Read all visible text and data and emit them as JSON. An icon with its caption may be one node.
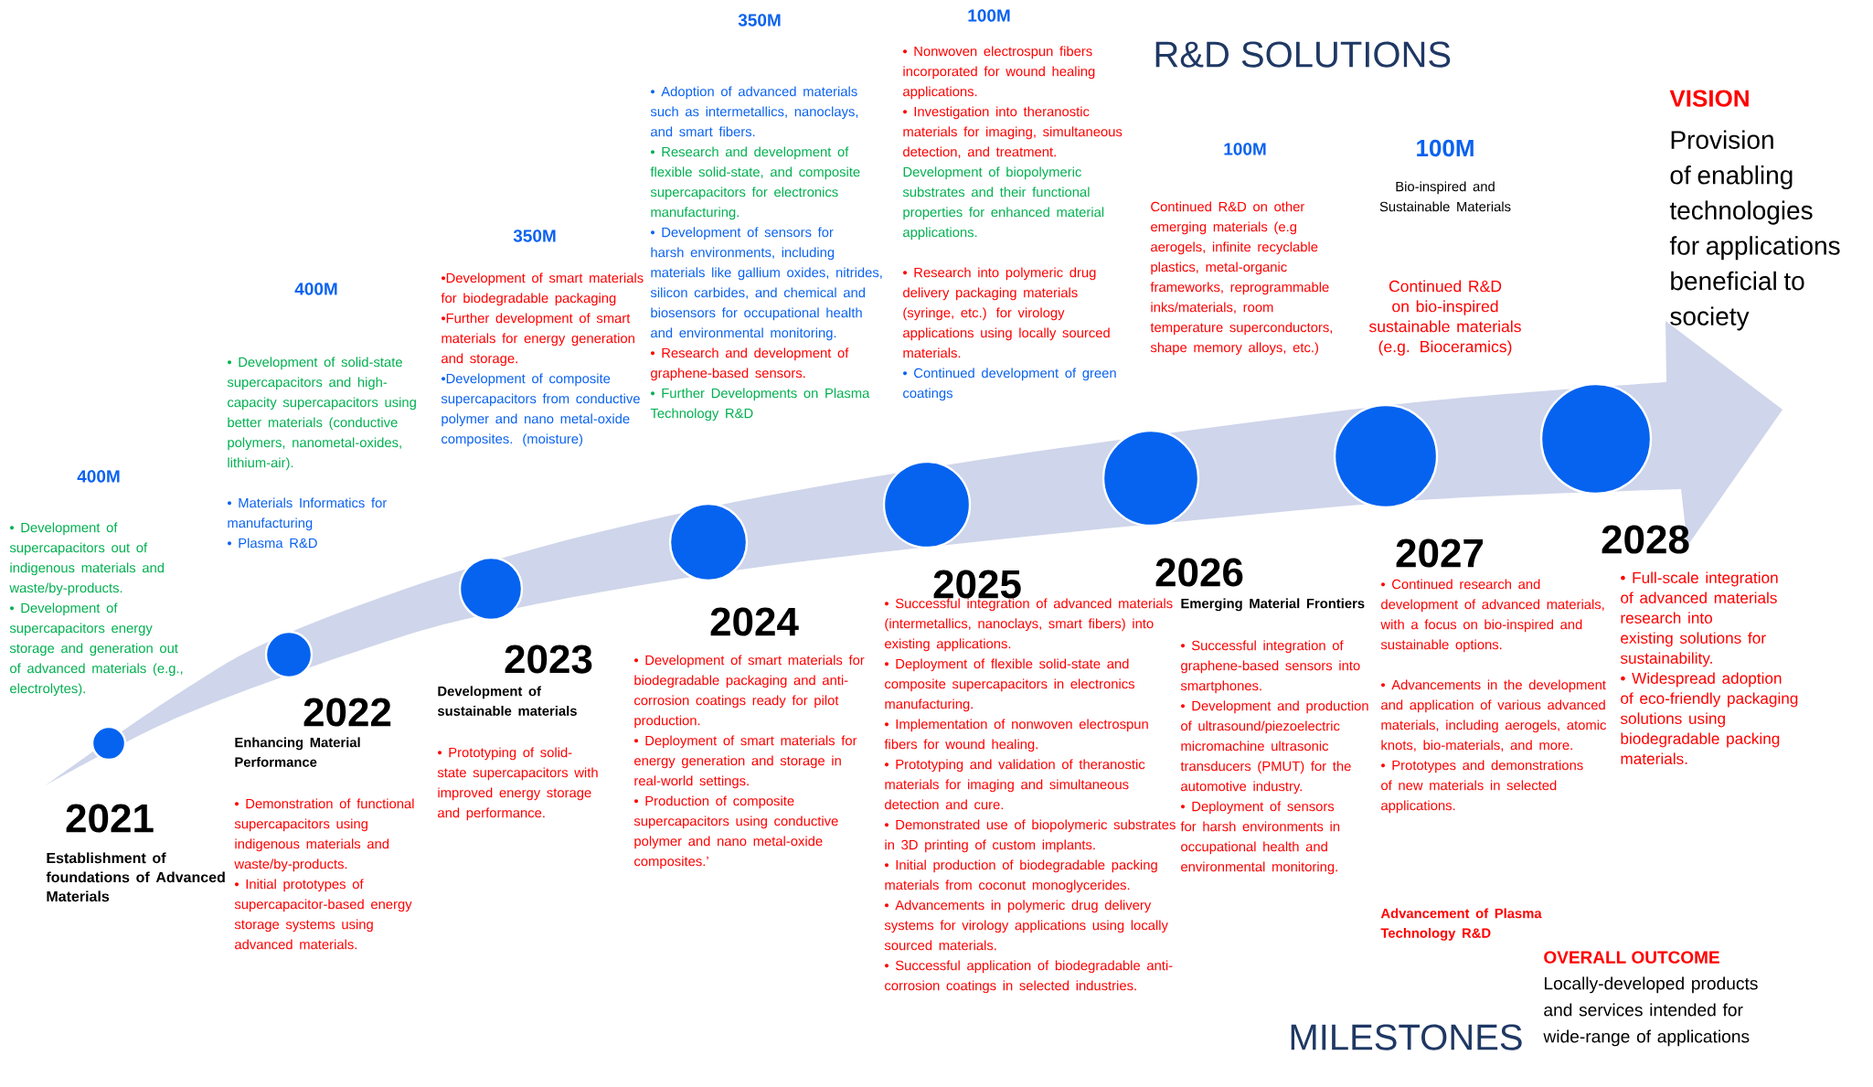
{
  "diagram": {
    "nodes": [
      {
        "text": [],
        "shape": "circle"
      },
      {
        "text": [],
        "shape": "circle"
      },
      {
        "text": [],
        "shape": "circle"
      },
      {
        "text": [],
        "shape": "circle"
      },
      {
        "text": [],
        "shape": "circle"
      },
      {
        "text": [],
        "shape": "circle"
      },
      {
        "text": [],
        "shape": "circle"
      },
      {
        "text": [],
        "shape": "circle"
      }
    ],
    "labels": [
      "R&D SOLUTIONS",
      "400M",
      "• Development of supercapacitors out of indigenous materials and waste/by-products.",
      "• Development of supercapacitors energy storage and generation out of advanced materials (e.g., electrolytes).",
      "2021",
      "Establishment of foundations of Advanced Materials",
      "400M",
      "• Development of solid-state supercapacitors and high-capacity supercapacitors using better materials (conductive polymers, nanometal-oxides, lithium-air).",
      "• Materials Informatics for manufacturing",
      "• Plasma R&D",
      "2022",
      "Enhancing Material Performance",
      "• Demonstration of functional supercapacitors using indigenous materials and waste/by-products.",
      "• Initial prototypes of supercapacitor-based energy storage systems using advanced materials.",
      "350M",
      "•Development of smart materials for biodegradable packaging",
      "•Further development of smart materials for energy generation and storage.",
      "•Development of composite supercapacitors from conductive polymer and nano metal-oxide composites. (moisture)",
      "2023",
      "Development of sustainable materials",
      "• Prototyping of solid-state supercapacitors with improved energy storage and performance.",
      "350M",
      "• Adoption of advanced materials such as intermetallics, nanoclays, and smart fibers.",
      "• Research and development of flexible solid-state, and composite supercapacitors for electronics manufacturing.",
      "• Development of sensors for harsh environments, including materials like gallium oxides, nitrides, silicon carbides, and chemical and biosensors for occupational health and environmental monitoring.",
      "• Research and development of graphene-based sensors.",
      "• Further Developments on Plasma Technology R&D",
      "2024",
      "• Development of smart materials for biodegradable packaging and anti-corrosion coatings ready for pilot production.",
      "• Deployment of smart materials for energy generation and storage in real-world settings.",
      "• Production of composite supercapacitors using conductive polymer and nano metal-oxide composites.’",
      "100M",
      "• Nonwoven electrospun fibers incorporated for wound healing applications.",
      "• Investigation into theranostic materials for imaging, simultaneous detection, and treatment.",
      "Development of biopolymeric substrates and their functional properties for enhanced material applications.",
      "• Research into polymeric drug delivery packaging materials (syringe, etc.) for virology applications using locally sourced materials.",
      "• Continued development of green coatings",
      "2025",
      "• Successful integration of advanced materials (intermetallics, nanoclays, smart fibers) into existing applications.",
      "• Deployment of flexible solid-state and composite supercapacitors in electronics manufacturing.",
      "• Implementation of nonwoven electrospun fibers for wound healing.",
      "• Prototyping and validation of theranostic materials for imaging and simultaneous detection and cure.",
      "• Demonstrated use of biopolymeric substrates in 3D printing of custom implants.",
      "• Initial production of biodegradable packing materials from coconut monoglycerides.",
      "• Advancements in polymeric drug delivery systems for virology applications using locally sourced materials.",
      "• Successful application of biodegradable anti-corrosion coatings in selected industries.",
      "100M",
      "Continued R&D on other emerging materials (e.g aerogels, infinite recyclable plastics, metal-organic frameworks, reprogrammable inks/materials, room temperature superconductors, shape memory alloys, etc.)",
      "2026",
      "Emerging Material Frontiers",
      "• Successful integration of graphene-based sensors into smartphones.",
      "• Development and production of ultrasound/piezoelectric micromachine ultrasonic transducers (PMUT) for the automotive industry.",
      "• Deployment of sensors for harsh environments in occupational health and environmental monitoring.",
      "100M",
      "Bio-inspired and Sustainable Materials",
      "Continued R&D on bio-inspired sustainable materials (e.g. Bioceramics)",
      "2027",
      "• Continued research and development of advanced materials, with a focus on bio-inspired and sustainable options.",
      "• Advancements in the development and application of various advanced materials, including aerogels, atomic knots, bio-materials, and more.",
      "• Prototypes and demonstrations of new materials in selected applications.",
      "Advancement of Plasma Technology R&D",
      "VISION",
      "Provision of enabling technologies for applications beneficial to society",
      "2028",
      "• Full-scale integration of advanced materials research into existing solutions for sustainability.",
      "• Widespread adoption of eco-friendly packaging solutions using biodegradable packing materials.",
      "OVERALL OUTCOME",
      "Locally-developed products and services intended for wide-range of applications",
      "MILESTONES"
    ]
  }
}
